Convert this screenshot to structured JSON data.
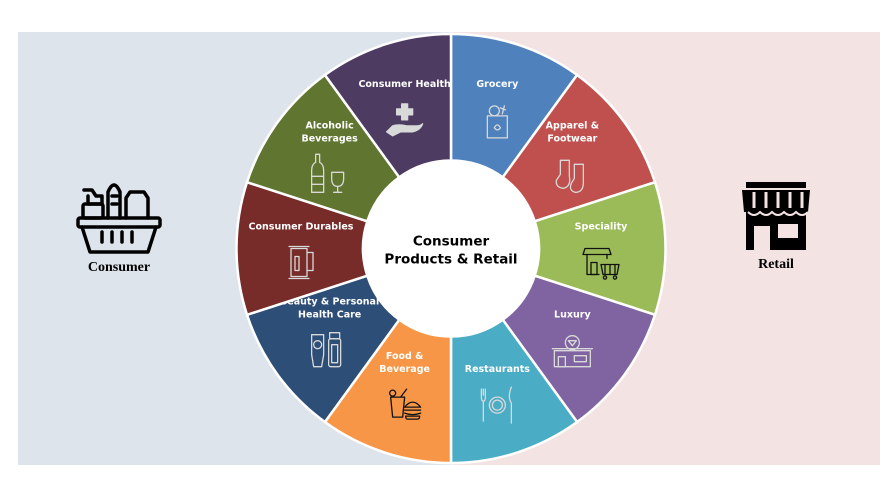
{
  "title": {
    "line1": "Consumer",
    "line2": "Products & Retail"
  },
  "left": {
    "label": "Consumer",
    "icon": "shopping-basket-icon",
    "background": "#DEE4EB"
  },
  "right": {
    "label": "Retail",
    "icon": "storefront-icon",
    "background": "#F3E3E3"
  },
  "segments": [
    {
      "lines": [
        "Grocery"
      ],
      "color": "#4F81BD",
      "icon": "grocery-bag-icon",
      "icon_color": "#D9D9D9"
    },
    {
      "lines": [
        "Apparel &",
        "Footwear"
      ],
      "color": "#C0504D",
      "icon": "socks-icon",
      "icon_color": "#D9D9D9"
    },
    {
      "lines": [
        "Speciality"
      ],
      "color": "#9BBB59",
      "icon": "shop-cart-icon",
      "icon_color": "#111111"
    },
    {
      "lines": [
        "Luxury"
      ],
      "color": "#8064A2",
      "icon": "diamond-store-icon",
      "icon_color": "#D9D9D9"
    },
    {
      "lines": [
        "Restaurants"
      ],
      "color": "#4BACC6",
      "icon": "plate-cutlery-icon",
      "icon_color": "#D9D9D9"
    },
    {
      "lines": [
        "Food &",
        "Beverage"
      ],
      "color": "#F79646",
      "icon": "drink-burger-icon",
      "icon_color": "#111111"
    },
    {
      "lines": [
        "Beauty & Personal",
        "Health Care"
      ],
      "color": "#2D4E76",
      "icon": "cosmetics-icon",
      "icon_color": "#D9D9D9"
    },
    {
      "lines": [
        "Consumer Durables"
      ],
      "color": "#772C2A",
      "icon": "kettle-icon",
      "icon_color": "#D9D9D9"
    },
    {
      "lines": [
        "Alcoholic",
        "Beverages"
      ],
      "color": "#5F7530",
      "icon": "bottle-glass-icon",
      "icon_color": "#D9D9D9"
    },
    {
      "lines": [
        "Consumer Health"
      ],
      "color": "#4D3B62",
      "icon": "health-hand-icon",
      "icon_color": "#D9D9D9"
    }
  ]
}
